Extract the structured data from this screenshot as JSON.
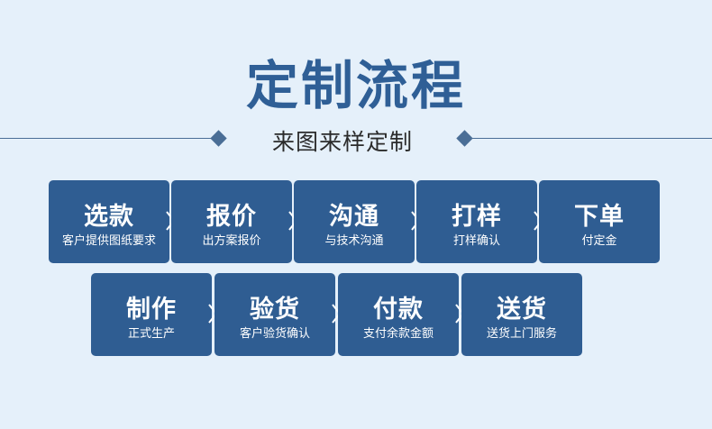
{
  "title": "定制流程",
  "subtitle": "来图来样定制",
  "steps": [
    {
      "name": "选款",
      "desc": "客户提供图纸要求"
    },
    {
      "name": "报价",
      "desc": "出方案报价"
    },
    {
      "name": "沟通",
      "desc": "与技术沟通"
    },
    {
      "name": "打样",
      "desc": "打样确认"
    },
    {
      "name": "下单",
      "desc": "付定金"
    },
    {
      "name": "制作",
      "desc": "正式生产"
    },
    {
      "name": "验货",
      "desc": "客户验货确认"
    },
    {
      "name": "付款",
      "desc": "支付余款金额"
    },
    {
      "name": "送货",
      "desc": "送货上门服务"
    }
  ],
  "colors": {
    "background": "#e5f0fa",
    "box": "#2f5d92",
    "title": "#2f5f96"
  },
  "icons": {
    "connector": "chevron-right-icon",
    "separator": "diamond-icon"
  }
}
